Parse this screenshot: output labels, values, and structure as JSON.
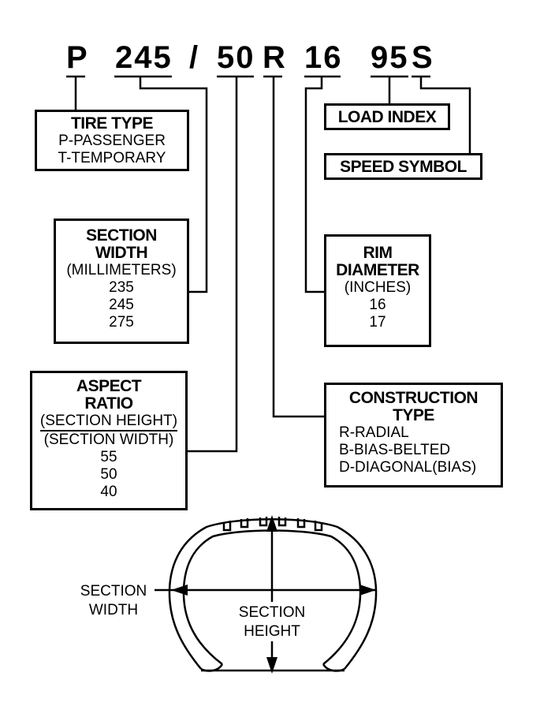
{
  "code": {
    "p": "P",
    "width": "245",
    "slash": "/",
    "aspect": "50",
    "construction": "R",
    "rim": "16",
    "load": "95",
    "speed": "S"
  },
  "tire_type": {
    "title": "TIRE TYPE",
    "lines": [
      "P-PASSENGER",
      "T-TEMPORARY"
    ]
  },
  "load_index": {
    "title": "LOAD INDEX"
  },
  "speed_symbol": {
    "title": "SPEED SYMBOL"
  },
  "section_width": {
    "title1": "SECTION",
    "title2": "WIDTH",
    "unit": "(MILLIMETERS)",
    "values": [
      "235",
      "245",
      "275"
    ]
  },
  "rim_diameter": {
    "title1": "RIM",
    "title2": "DIAMETER",
    "unit": "(INCHES)",
    "values": [
      "16",
      "17"
    ]
  },
  "aspect_ratio": {
    "title1": "ASPECT",
    "title2": "RATIO",
    "num": "(SECTION HEIGHT)",
    "den": "(SECTION WIDTH)",
    "values": [
      "55",
      "50",
      "40"
    ]
  },
  "construction_type": {
    "title1": "CONSTRUCTION",
    "title2": "TYPE",
    "lines": [
      "R-RADIAL",
      "B-BIAS-BELTED",
      "D-DIAGONAL(BIAS)"
    ]
  },
  "tire_diagram": {
    "section_width1": "SECTION",
    "section_width2": "WIDTH",
    "section_height1": "SECTION",
    "section_height2": "HEIGHT"
  }
}
